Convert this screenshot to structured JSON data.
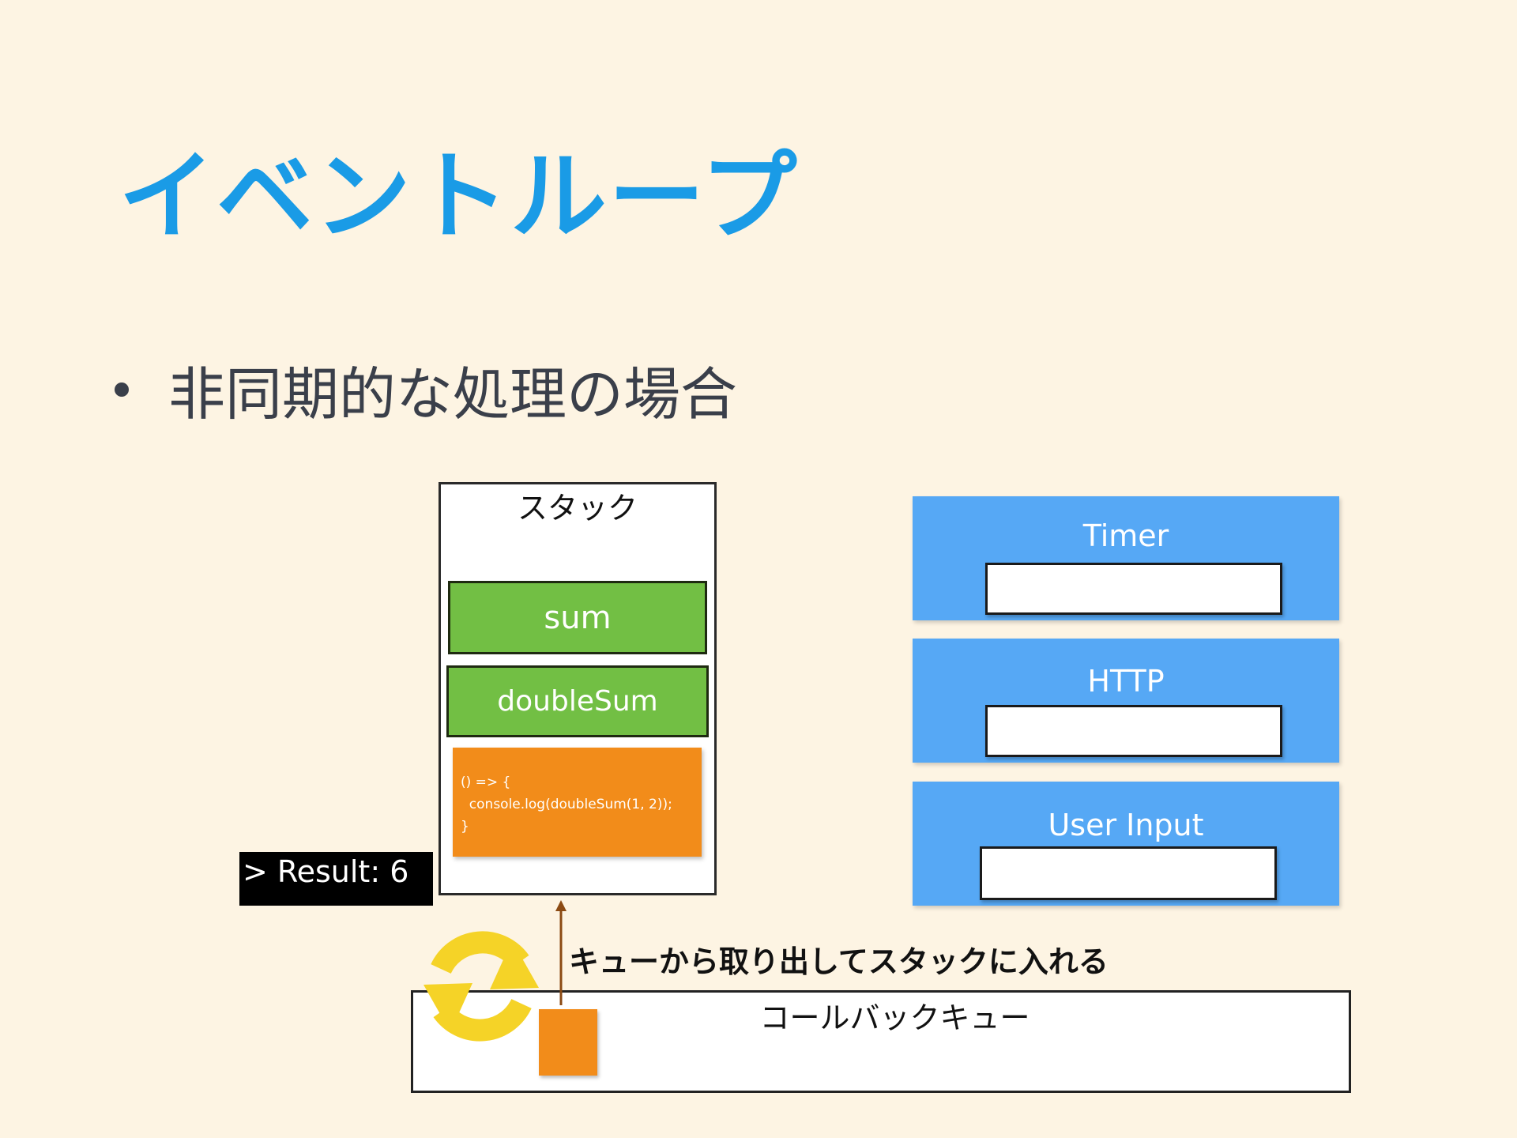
{
  "slide": {
    "title": "イベントループ",
    "bullet": "非同期的な処理の場合"
  },
  "stack": {
    "label": "スタック",
    "frames": {
      "sum": "sum",
      "double_sum": "doubleSum",
      "anonymous_line1": "() => {",
      "anonymous_line2": "  console.log(doubleSum(1, 2));",
      "anonymous_line3": "}"
    }
  },
  "console": {
    "output": "> Result: 6"
  },
  "web_apis": {
    "timer": "Timer",
    "http": "HTTP",
    "user_input": "User Input"
  },
  "callback_queue": {
    "label": "コールバックキュー",
    "arrow_caption": "キューから取り出してスタックに入れる"
  },
  "colors": {
    "background": "#fdf4e3",
    "title": "#1a9be6",
    "frame_green": "#72bf44",
    "frame_orange": "#f28c1a",
    "api_blue": "#56a8f5",
    "loop_yellow": "#f5d327",
    "arrow_brown": "#8b4a13"
  },
  "icons": {
    "event_loop": "circular-arrows-icon",
    "move_up": "arrow-up-icon"
  }
}
